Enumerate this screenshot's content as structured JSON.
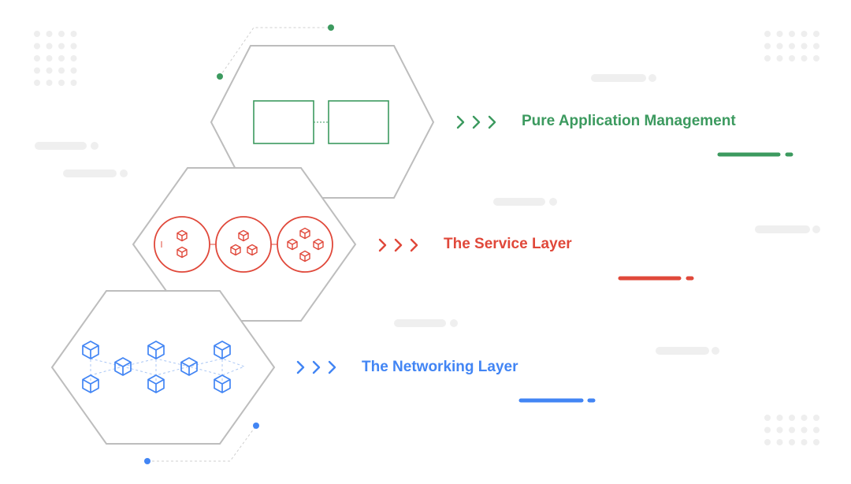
{
  "colors": {
    "green": "#3c9a5f",
    "red": "#e0483a",
    "blue": "#4285f4",
    "hex_outline": "#bdbdbd",
    "decor": "#eeeeee"
  },
  "layers": [
    {
      "label": "Pure Application Management",
      "color": "#3c9a5f",
      "icon": "application-boxes-icon"
    },
    {
      "label": "The Service Layer",
      "color": "#e0483a",
      "icon": "service-cubes-icon"
    },
    {
      "label": "The Networking Layer",
      "color": "#4285f4",
      "icon": "network-cubes-icon"
    }
  ]
}
